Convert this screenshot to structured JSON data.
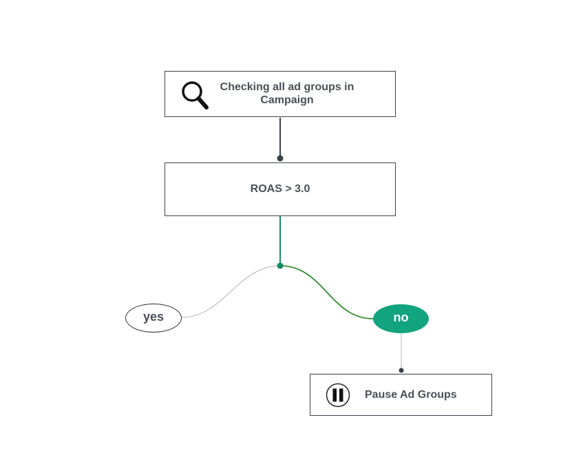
{
  "nodes": {
    "check": {
      "label": "Checking all ad groups in Campaign",
      "icon": "magnifier-icon"
    },
    "condition": {
      "label": "ROAS > 3.0"
    },
    "pause": {
      "label": "Pause Ad Groups",
      "icon": "pause-icon"
    }
  },
  "branches": {
    "yes": {
      "label": "yes"
    },
    "no": {
      "label": "no",
      "color": "#12a37f"
    }
  },
  "colors": {
    "node_border": "#3a3f47",
    "text": "#4a4f57",
    "active_line": "#138a5e",
    "active_curve": "#2e8b2e",
    "inactive_curve": "#b0b0b0",
    "no_fill": "#12a37f"
  }
}
